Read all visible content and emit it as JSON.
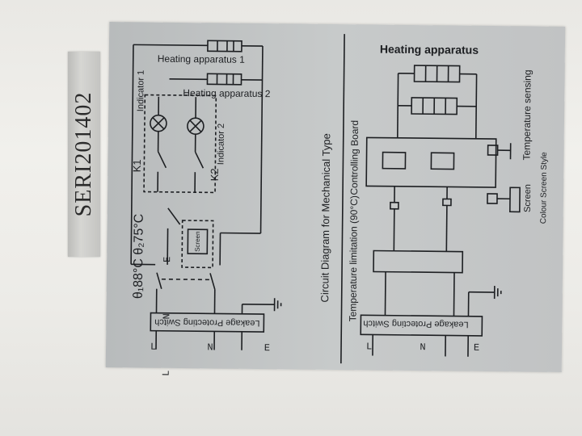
{
  "serial_number": "SERI201402",
  "left_diagram": {
    "heater_1_label": "Heating apparatus 1",
    "heater_2_label": "Heating apparatus 2",
    "indicator_1_label": "Indicator 1",
    "indicator_2_label": "Indicator 2",
    "k1_label": "K1",
    "k2_label": "K2",
    "thermostat_label": "θ₁88°C θ₂75°C",
    "screen_label": "Screen",
    "switch_label": "Leakage Protecting Switch",
    "terminals_top": "L  N  E",
    "terminals_bottom": "L  N  E",
    "ground_symbol": "⏚"
  },
  "center_caption": "Circuit Diagram for Mechanical Type",
  "right_diagram": {
    "title": "Heating apparatus",
    "temp_sensing_label": "Temperature sensing",
    "screen_label": "Screen",
    "colour_style_label": "Colour Screen Style",
    "controlling_board_label": "Controlling Board",
    "temp_limit_label": "Temperature limitation (90°C)",
    "switch_label": "Leakage Protecting Switch",
    "terminals": "L  N  E",
    "ground_symbol": "⏚"
  }
}
